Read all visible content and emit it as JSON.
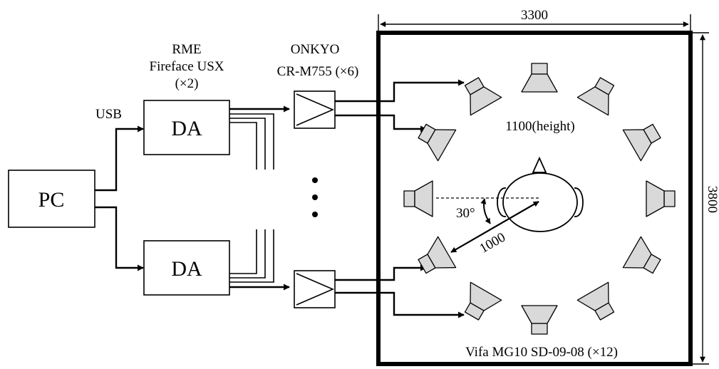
{
  "labels": {
    "pc": "PC",
    "usb": "USB",
    "da_top": "DA",
    "da_bottom": "DA",
    "rme_line1": "RME",
    "rme_line2": "Fireface USX",
    "rme_line3": "(×2)",
    "onkyo_line1": "ONKYO",
    "onkyo_line2": "CR-M755 (×6)",
    "room_width": "3300",
    "room_depth": "3800",
    "height_note": "1100(height)",
    "angle": "30°",
    "radius": "1000",
    "speakers_caption": "Vifa MG10 SD-09-08 (×12)"
  },
  "speaker_array": {
    "count": 12,
    "step_deg": 30,
    "first_angle_deg": 0
  },
  "colors": {
    "stroke": "#000000",
    "speaker_fill": "#d9d9d9",
    "background": "#ffffff"
  }
}
